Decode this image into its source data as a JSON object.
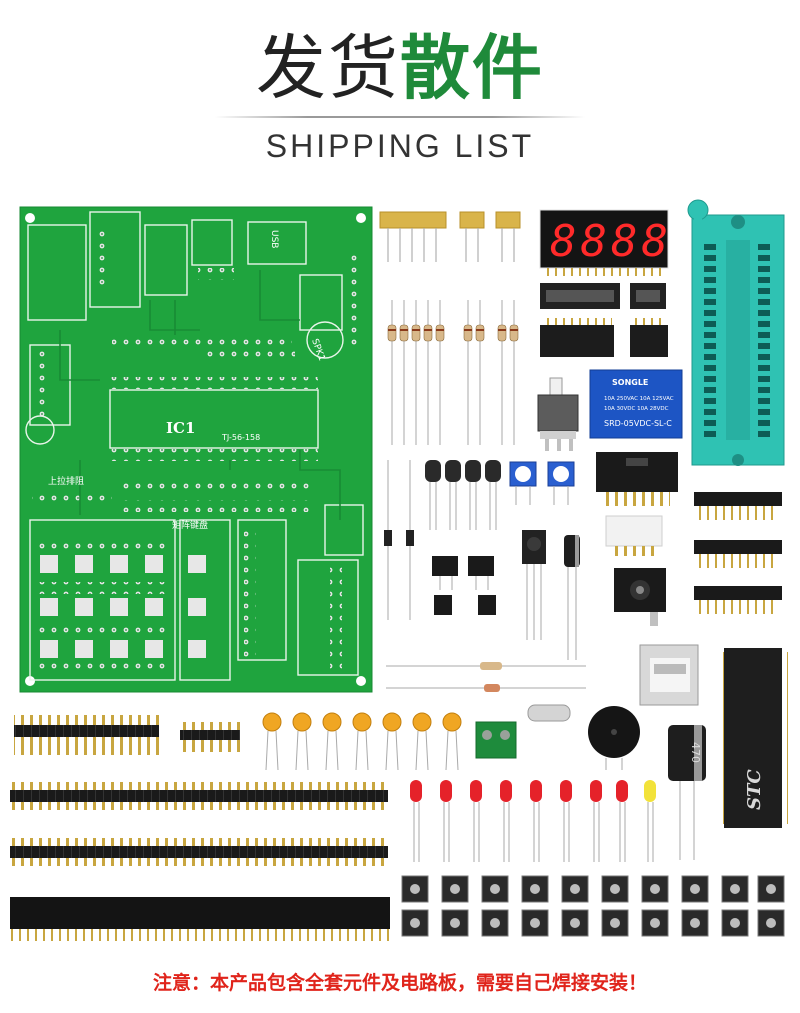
{
  "title": {
    "part1": "发货",
    "part2": "散件",
    "accent_color": "#1f8a3a"
  },
  "subtitle": "SHIPPING LIST",
  "board": {
    "ic_label": "IC1",
    "ic_part": "TJ-56-158",
    "speaker_label": "SPK1",
    "usb_label": "USB",
    "matrix_label": "矩阵键盘",
    "pullup_label": "上拉排阻",
    "pcb_color": "#1fa43e"
  },
  "parts": {
    "relay_brand": "SONGLE",
    "relay_spec1": "10A 250VAC 10A 125VAC",
    "relay_spec2": "10A  30VDC 10A  28VDC",
    "relay_model": "SRD-05VDC-SL-C",
    "mcu_brand": "STC",
    "cap_label": "470",
    "digit_display": "8888"
  },
  "notice": "注意：本产品包含全套元件及电路板，需要自己焊接安装！",
  "notice_color": "#e0241b"
}
